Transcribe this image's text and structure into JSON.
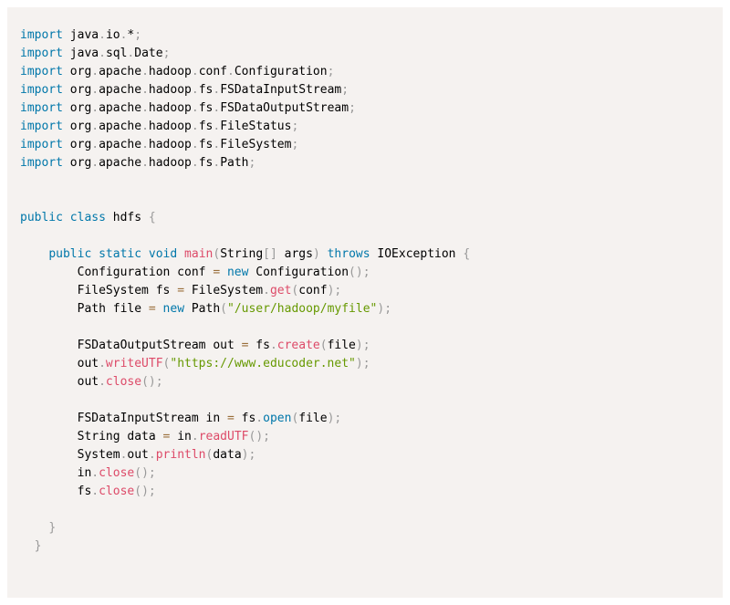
{
  "code": {
    "language": "java",
    "lines": [
      [
        {
          "t": "import",
          "c": "kw"
        },
        {
          "t": " java"
        },
        {
          "t": ".",
          "c": "pn"
        },
        {
          "t": "io"
        },
        {
          "t": ".",
          "c": "pn"
        },
        {
          "t": "*"
        },
        {
          "t": ";",
          "c": "pn"
        }
      ],
      [
        {
          "t": "import",
          "c": "kw"
        },
        {
          "t": " java"
        },
        {
          "t": ".",
          "c": "pn"
        },
        {
          "t": "sql"
        },
        {
          "t": ".",
          "c": "pn"
        },
        {
          "t": "Date"
        },
        {
          "t": ";",
          "c": "pn"
        }
      ],
      [
        {
          "t": "import",
          "c": "kw"
        },
        {
          "t": " org"
        },
        {
          "t": ".",
          "c": "pn"
        },
        {
          "t": "apache"
        },
        {
          "t": ".",
          "c": "pn"
        },
        {
          "t": "hadoop"
        },
        {
          "t": ".",
          "c": "pn"
        },
        {
          "t": "conf"
        },
        {
          "t": ".",
          "c": "pn"
        },
        {
          "t": "Configuration"
        },
        {
          "t": ";",
          "c": "pn"
        }
      ],
      [
        {
          "t": "import",
          "c": "kw"
        },
        {
          "t": " org"
        },
        {
          "t": ".",
          "c": "pn"
        },
        {
          "t": "apache"
        },
        {
          "t": ".",
          "c": "pn"
        },
        {
          "t": "hadoop"
        },
        {
          "t": ".",
          "c": "pn"
        },
        {
          "t": "fs"
        },
        {
          "t": ".",
          "c": "pn"
        },
        {
          "t": "FSDataInputStream"
        },
        {
          "t": ";",
          "c": "pn"
        }
      ],
      [
        {
          "t": "import",
          "c": "kw"
        },
        {
          "t": " org"
        },
        {
          "t": ".",
          "c": "pn"
        },
        {
          "t": "apache"
        },
        {
          "t": ".",
          "c": "pn"
        },
        {
          "t": "hadoop"
        },
        {
          "t": ".",
          "c": "pn"
        },
        {
          "t": "fs"
        },
        {
          "t": ".",
          "c": "pn"
        },
        {
          "t": "FSDataOutputStream"
        },
        {
          "t": ";",
          "c": "pn"
        }
      ],
      [
        {
          "t": "import",
          "c": "kw"
        },
        {
          "t": " org"
        },
        {
          "t": ".",
          "c": "pn"
        },
        {
          "t": "apache"
        },
        {
          "t": ".",
          "c": "pn"
        },
        {
          "t": "hadoop"
        },
        {
          "t": ".",
          "c": "pn"
        },
        {
          "t": "fs"
        },
        {
          "t": ".",
          "c": "pn"
        },
        {
          "t": "FileStatus"
        },
        {
          "t": ";",
          "c": "pn"
        }
      ],
      [
        {
          "t": "import",
          "c": "kw"
        },
        {
          "t": " org"
        },
        {
          "t": ".",
          "c": "pn"
        },
        {
          "t": "apache"
        },
        {
          "t": ".",
          "c": "pn"
        },
        {
          "t": "hadoop"
        },
        {
          "t": ".",
          "c": "pn"
        },
        {
          "t": "fs"
        },
        {
          "t": ".",
          "c": "pn"
        },
        {
          "t": "FileSystem"
        },
        {
          "t": ";",
          "c": "pn"
        }
      ],
      [
        {
          "t": "import",
          "c": "kw"
        },
        {
          "t": " org"
        },
        {
          "t": ".",
          "c": "pn"
        },
        {
          "t": "apache"
        },
        {
          "t": ".",
          "c": "pn"
        },
        {
          "t": "hadoop"
        },
        {
          "t": ".",
          "c": "pn"
        },
        {
          "t": "fs"
        },
        {
          "t": ".",
          "c": "pn"
        },
        {
          "t": "Path"
        },
        {
          "t": ";",
          "c": "pn"
        }
      ],
      [],
      [],
      [
        {
          "t": "public",
          "c": "kw"
        },
        {
          "t": " "
        },
        {
          "t": "class",
          "c": "kw"
        },
        {
          "t": " hdfs "
        },
        {
          "t": "{",
          "c": "pn"
        }
      ],
      [],
      [
        {
          "t": "    "
        },
        {
          "t": "public",
          "c": "kw"
        },
        {
          "t": " "
        },
        {
          "t": "static",
          "c": "kw"
        },
        {
          "t": " "
        },
        {
          "t": "void",
          "c": "kw"
        },
        {
          "t": " "
        },
        {
          "t": "main",
          "c": "fn"
        },
        {
          "t": "(",
          "c": "pn"
        },
        {
          "t": "String"
        },
        {
          "t": "[",
          "c": "pn"
        },
        {
          "t": "]",
          "c": "pn"
        },
        {
          "t": " args"
        },
        {
          "t": ")",
          "c": "pn"
        },
        {
          "t": " "
        },
        {
          "t": "throws",
          "c": "kw"
        },
        {
          "t": " IOException "
        },
        {
          "t": "{",
          "c": "pn"
        }
      ],
      [
        {
          "t": "        Configuration conf "
        },
        {
          "t": "=",
          "c": "op"
        },
        {
          "t": " "
        },
        {
          "t": "new",
          "c": "kw"
        },
        {
          "t": " Configuration"
        },
        {
          "t": "(",
          "c": "pn"
        },
        {
          "t": ")",
          "c": "pn"
        },
        {
          "t": ";",
          "c": "pn"
        }
      ],
      [
        {
          "t": "        FileSystem fs "
        },
        {
          "t": "=",
          "c": "op"
        },
        {
          "t": " FileSystem"
        },
        {
          "t": ".",
          "c": "pn"
        },
        {
          "t": "get",
          "c": "fn"
        },
        {
          "t": "(",
          "c": "pn"
        },
        {
          "t": "conf"
        },
        {
          "t": ")",
          "c": "pn"
        },
        {
          "t": ";",
          "c": "pn"
        }
      ],
      [
        {
          "t": "        Path file "
        },
        {
          "t": "=",
          "c": "op"
        },
        {
          "t": " "
        },
        {
          "t": "new",
          "c": "kw"
        },
        {
          "t": " Path"
        },
        {
          "t": "(",
          "c": "pn"
        },
        {
          "t": "\"/user/hadoop/myfile\"",
          "c": "str"
        },
        {
          "t": ")",
          "c": "pn"
        },
        {
          "t": ";",
          "c": "pn"
        }
      ],
      [],
      [
        {
          "t": "        FSDataOutputStream out "
        },
        {
          "t": "=",
          "c": "op"
        },
        {
          "t": " fs"
        },
        {
          "t": ".",
          "c": "pn"
        },
        {
          "t": "create",
          "c": "fn"
        },
        {
          "t": "(",
          "c": "pn"
        },
        {
          "t": "file"
        },
        {
          "t": ")",
          "c": "pn"
        },
        {
          "t": ";",
          "c": "pn"
        }
      ],
      [
        {
          "t": "        out"
        },
        {
          "t": ".",
          "c": "pn"
        },
        {
          "t": "writeUTF",
          "c": "fn"
        },
        {
          "t": "(",
          "c": "pn"
        },
        {
          "t": "\"https://www.educoder.net\"",
          "c": "str"
        },
        {
          "t": ")",
          "c": "pn"
        },
        {
          "t": ";",
          "c": "pn"
        }
      ],
      [
        {
          "t": "        out"
        },
        {
          "t": ".",
          "c": "pn"
        },
        {
          "t": "close",
          "c": "fn"
        },
        {
          "t": "(",
          "c": "pn"
        },
        {
          "t": ")",
          "c": "pn"
        },
        {
          "t": ";",
          "c": "pn"
        }
      ],
      [],
      [
        {
          "t": "        FSDataInputStream in "
        },
        {
          "t": "=",
          "c": "op"
        },
        {
          "t": " fs"
        },
        {
          "t": ".",
          "c": "pn"
        },
        {
          "t": "open",
          "c": "kw"
        },
        {
          "t": "(",
          "c": "pn"
        },
        {
          "t": "file"
        },
        {
          "t": ")",
          "c": "pn"
        },
        {
          "t": ";",
          "c": "pn"
        }
      ],
      [
        {
          "t": "        String data "
        },
        {
          "t": "=",
          "c": "op"
        },
        {
          "t": " in"
        },
        {
          "t": ".",
          "c": "pn"
        },
        {
          "t": "readUTF",
          "c": "fn"
        },
        {
          "t": "(",
          "c": "pn"
        },
        {
          "t": ")",
          "c": "pn"
        },
        {
          "t": ";",
          "c": "pn"
        }
      ],
      [
        {
          "t": "        System"
        },
        {
          "t": ".",
          "c": "pn"
        },
        {
          "t": "out"
        },
        {
          "t": ".",
          "c": "pn"
        },
        {
          "t": "println",
          "c": "fn"
        },
        {
          "t": "(",
          "c": "pn"
        },
        {
          "t": "data"
        },
        {
          "t": ")",
          "c": "pn"
        },
        {
          "t": ";",
          "c": "pn"
        }
      ],
      [
        {
          "t": "        in"
        },
        {
          "t": ".",
          "c": "pn"
        },
        {
          "t": "close",
          "c": "fn"
        },
        {
          "t": "(",
          "c": "pn"
        },
        {
          "t": ")",
          "c": "pn"
        },
        {
          "t": ";",
          "c": "pn"
        }
      ],
      [
        {
          "t": "        fs"
        },
        {
          "t": ".",
          "c": "pn"
        },
        {
          "t": "close",
          "c": "fn"
        },
        {
          "t": "(",
          "c": "pn"
        },
        {
          "t": ")",
          "c": "pn"
        },
        {
          "t": ";",
          "c": "pn"
        }
      ],
      [],
      [
        {
          "t": "    "
        },
        {
          "t": "}",
          "c": "pn"
        }
      ],
      [
        {
          "t": "  "
        },
        {
          "t": "}",
          "c": "pn"
        }
      ]
    ]
  },
  "colors": {
    "background": "#f5f2f0",
    "keyword": "#0077aa",
    "function": "#dd4a68",
    "string": "#669900",
    "operator": "#9a6e3a",
    "punctuation": "#999999"
  }
}
